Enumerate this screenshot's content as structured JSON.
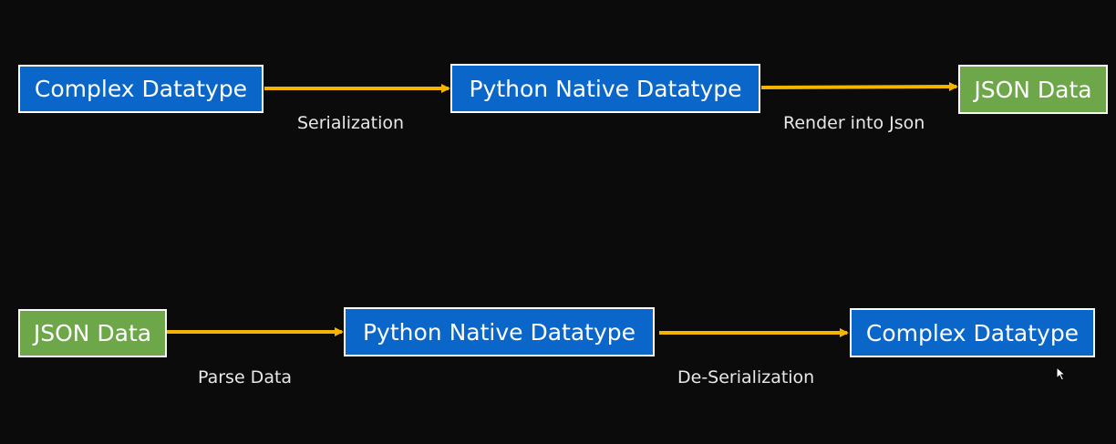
{
  "colors": {
    "background": "#0b0b0b",
    "blue_box": "#0a66c8",
    "green_box": "#6ea64a",
    "arrow": "#f5b400",
    "border": "#ffffff"
  },
  "row1": {
    "box1": "Complex Datatype",
    "box2": "Python Native Datatype",
    "box3": "JSON Data",
    "arrow1_label": "Serialization",
    "arrow2_label": "Render into Json"
  },
  "row2": {
    "box1": "JSON Data",
    "box2": "Python Native Datatype",
    "box3": "Complex Datatype",
    "arrow1_label": "Parse Data",
    "arrow2_label": "De-Serialization"
  },
  "icons": {
    "cursor": "mouse-pointer-icon"
  }
}
